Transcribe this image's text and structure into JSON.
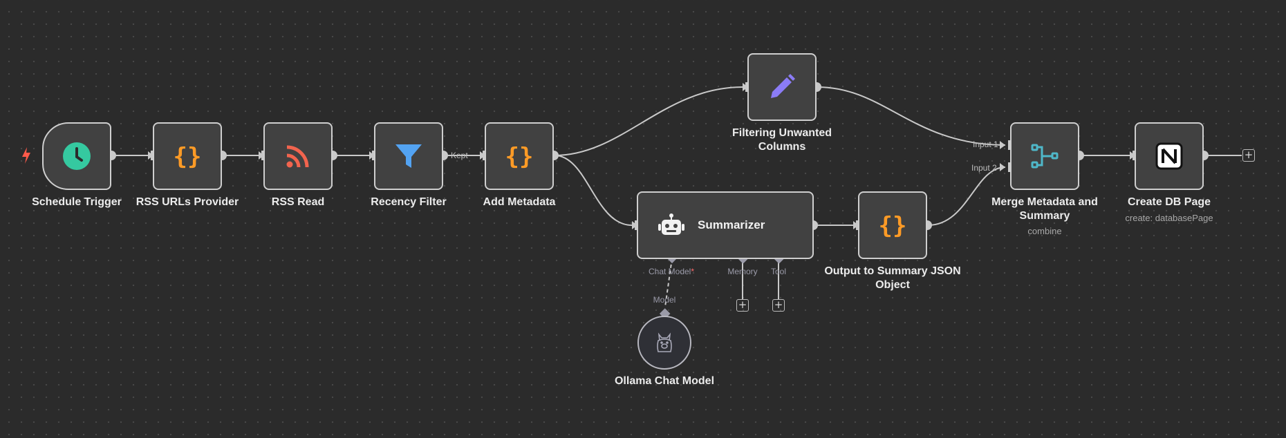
{
  "nodes": {
    "schedule_trigger": {
      "label": "Schedule Trigger",
      "icon": "clock-icon",
      "color": "#35c9a0"
    },
    "rss_urls_provider": {
      "label": "RSS URLs Provider",
      "icon": "curly-braces-icon",
      "color": "#ff9b26"
    },
    "rss_read": {
      "label": "RSS Read",
      "icon": "rss-icon",
      "color": "#f2644e"
    },
    "recency_filter": {
      "label": "Recency Filter",
      "icon": "filter-icon",
      "color": "#53a3f2",
      "output_label": "Kept"
    },
    "add_metadata": {
      "label": "Add Metadata",
      "icon": "curly-braces-icon",
      "color": "#ff9b26"
    },
    "filtering_unwanted_columns": {
      "label_line1": "Filtering Unwanted",
      "label_line2": "Columns",
      "icon": "pencil-icon",
      "color": "#8b7cf6"
    },
    "summarizer": {
      "label": "Summarizer",
      "icon": "robot-icon",
      "chat_model_label": "Chat Model",
      "required_marker": "*",
      "memory_label": "Memory",
      "tool_label": "Tool"
    },
    "output_to_summary": {
      "label_line1": "Output to Summary JSON",
      "label_line2": "Object",
      "icon": "curly-braces-icon",
      "color": "#ff9b26"
    },
    "merge": {
      "label_line1": "Merge Metadata and",
      "label_line2": "Summary",
      "sublabel": "combine",
      "icon": "merge-icon",
      "color": "#4fb8c9",
      "input1": "Input 1",
      "input2": "Input 2"
    },
    "create_db_page": {
      "label": "Create DB Page",
      "sublabel": "create: databasePage",
      "icon": "notion-icon"
    },
    "ollama_chat_model": {
      "label": "Ollama Chat Model",
      "icon": "llama-icon",
      "model_label": "Model"
    }
  },
  "colors": {
    "edge": "#c9c9c9",
    "trigger_bolt": "#ff5a4a"
  }
}
